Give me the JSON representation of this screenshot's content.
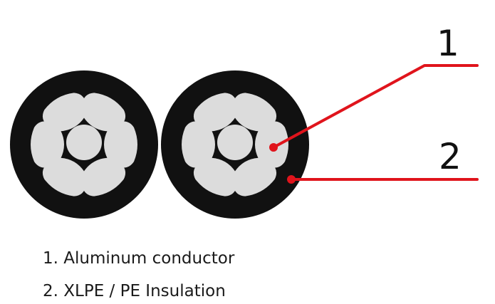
{
  "callouts": [
    {
      "number": "1",
      "target": "conductor"
    },
    {
      "number": "2",
      "target": "insulation"
    }
  ],
  "legend": {
    "items": [
      {
        "label": "1. Aluminum conductor"
      },
      {
        "label": "2. XLPE / PE Insulation"
      }
    ]
  },
  "colors": {
    "insulation": "#111111",
    "conductor": "#dcdcdc",
    "leader_line": "#e0141c"
  },
  "cables": [
    {
      "name": "cable-left"
    },
    {
      "name": "cable-right"
    }
  ]
}
